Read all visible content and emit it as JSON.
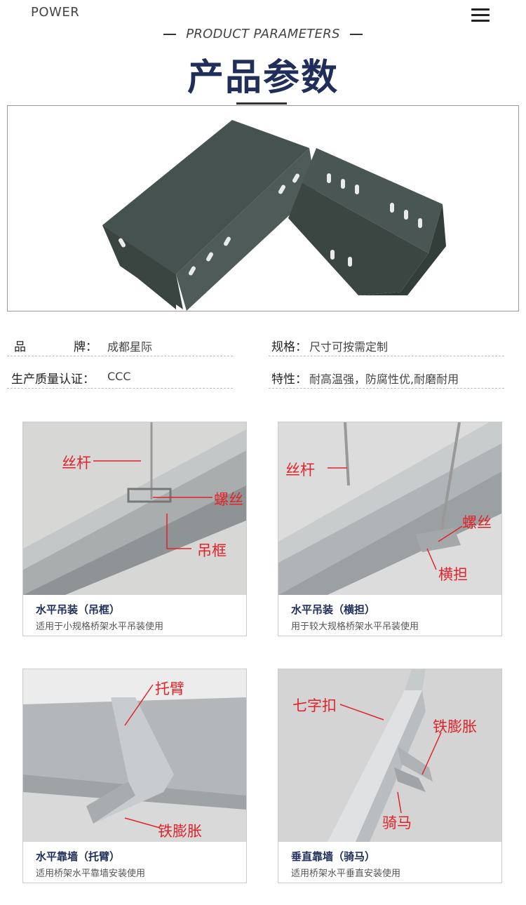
{
  "header": {
    "brand": "POWER",
    "subtitle": "PRODUCT PARAMETERS",
    "title": "产品参数"
  },
  "params": {
    "brand_label": "品　　　　牌：",
    "brand_value": "成都星际",
    "spec_label": "规格：",
    "spec_value": "尺寸可按需定制",
    "cert_label": "生产质量认证：",
    "cert_value": "CCC",
    "feature_label": "特性：",
    "feature_value": "耐高温强，防腐性优,耐磨耐用"
  },
  "cards": [
    {
      "title": "水平吊装（吊框）",
      "desc": "适用于小规格桥架水平吊装使用",
      "callouts": [
        "丝杆",
        "螺丝",
        "吊框"
      ]
    },
    {
      "title": "水平吊装（横担）",
      "desc": "用于较大规格桥架水平吊装使用",
      "callouts": [
        "丝杆",
        "螺丝",
        "横担"
      ]
    },
    {
      "title": "水平靠墙（托臂）",
      "desc": "适用桥架水平靠墙安装使用",
      "callouts": [
        "托臂",
        "铁膨胀"
      ]
    },
    {
      "title": "垂直靠墙（骑马）",
      "desc": "适用桥架水平垂直安装使用",
      "callouts": [
        "七字扣",
        "铁膨胀",
        "骑马"
      ]
    }
  ],
  "colors": {
    "title_navy": "#1f2f5a",
    "callout_red": "#e0242a",
    "tray_dark": "#3d4a48",
    "steel": "#b8bcbf"
  },
  "icons": [
    "menu-icon"
  ]
}
